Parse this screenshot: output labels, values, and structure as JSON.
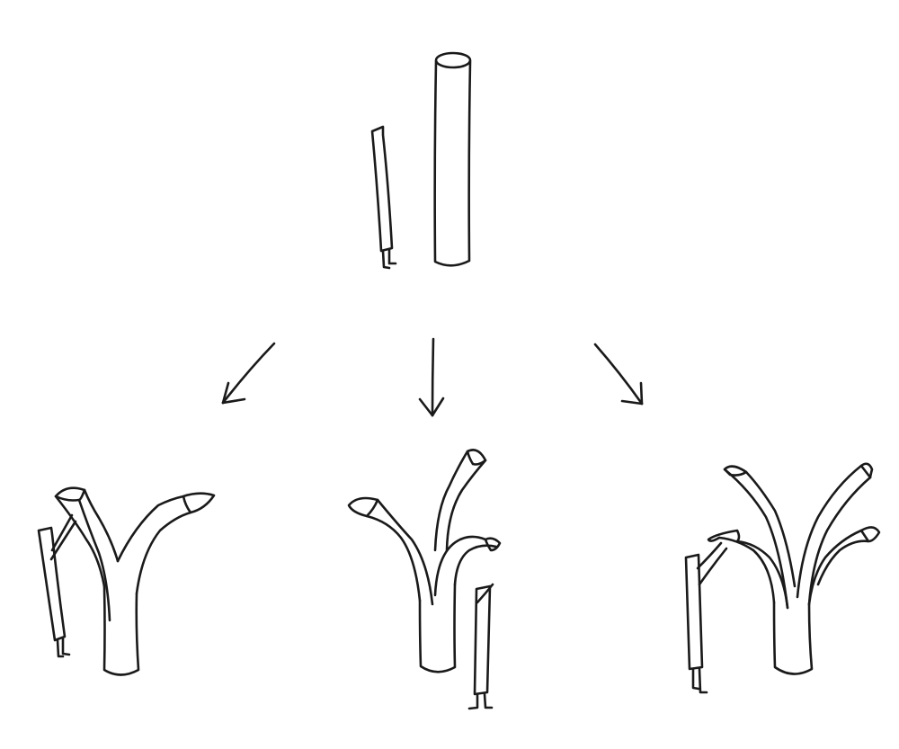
{
  "diagram": {
    "style": "hand-drawn line sketch",
    "colors": {
      "ink": "#1a1a1a",
      "paper": "#ffffff"
    },
    "nodes": [
      {
        "id": "column",
        "kind": "figure-with-column",
        "figure_count": 1,
        "branch_count": 0
      },
      {
        "id": "split-two",
        "kind": "figure-with-forked-column",
        "figure_count": 1,
        "branch_count": 2
      },
      {
        "id": "split-three",
        "kind": "figure-with-forked-column",
        "figure_count": 1,
        "branch_count": 3
      },
      {
        "id": "split-four",
        "kind": "figure-with-forked-column",
        "figure_count": 1,
        "branch_count": 4
      }
    ],
    "edges": [
      {
        "from": "column",
        "to": "split-two",
        "direction": "down-left"
      },
      {
        "from": "column",
        "to": "split-three",
        "direction": "down"
      },
      {
        "from": "column",
        "to": "split-four",
        "direction": "down-right"
      }
    ]
  }
}
